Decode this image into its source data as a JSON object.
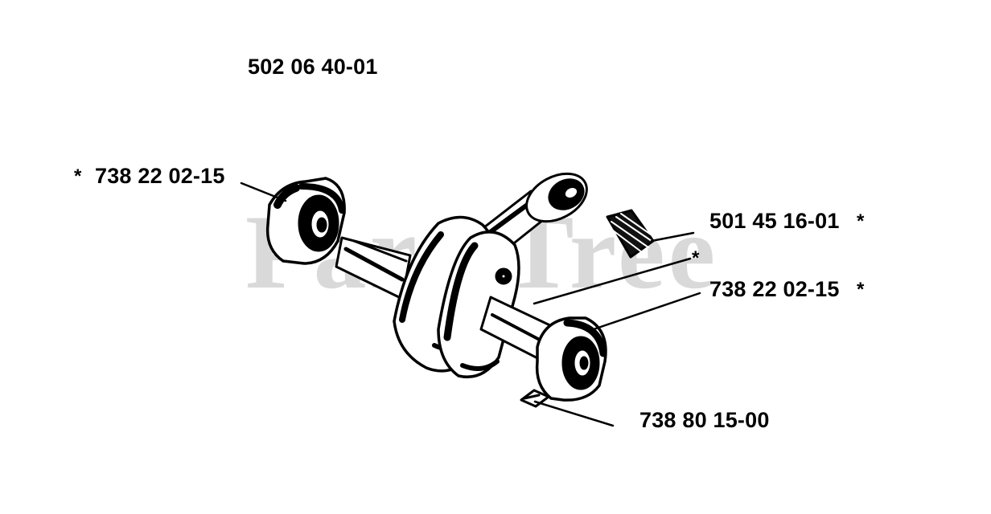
{
  "watermark": "PartsTree",
  "parts": {
    "assembly": "502 06 40-01",
    "bearing_left": "738 22 02-15",
    "bearing_right": "738 22 02-15",
    "needle_bearing": "501 45 16-01",
    "key": "738 80 15-00"
  },
  "marks": {
    "asterisk": "*"
  },
  "colors": {
    "ink": "#000000",
    "watermark": "#d9d9d9",
    "background": "#ffffff"
  }
}
